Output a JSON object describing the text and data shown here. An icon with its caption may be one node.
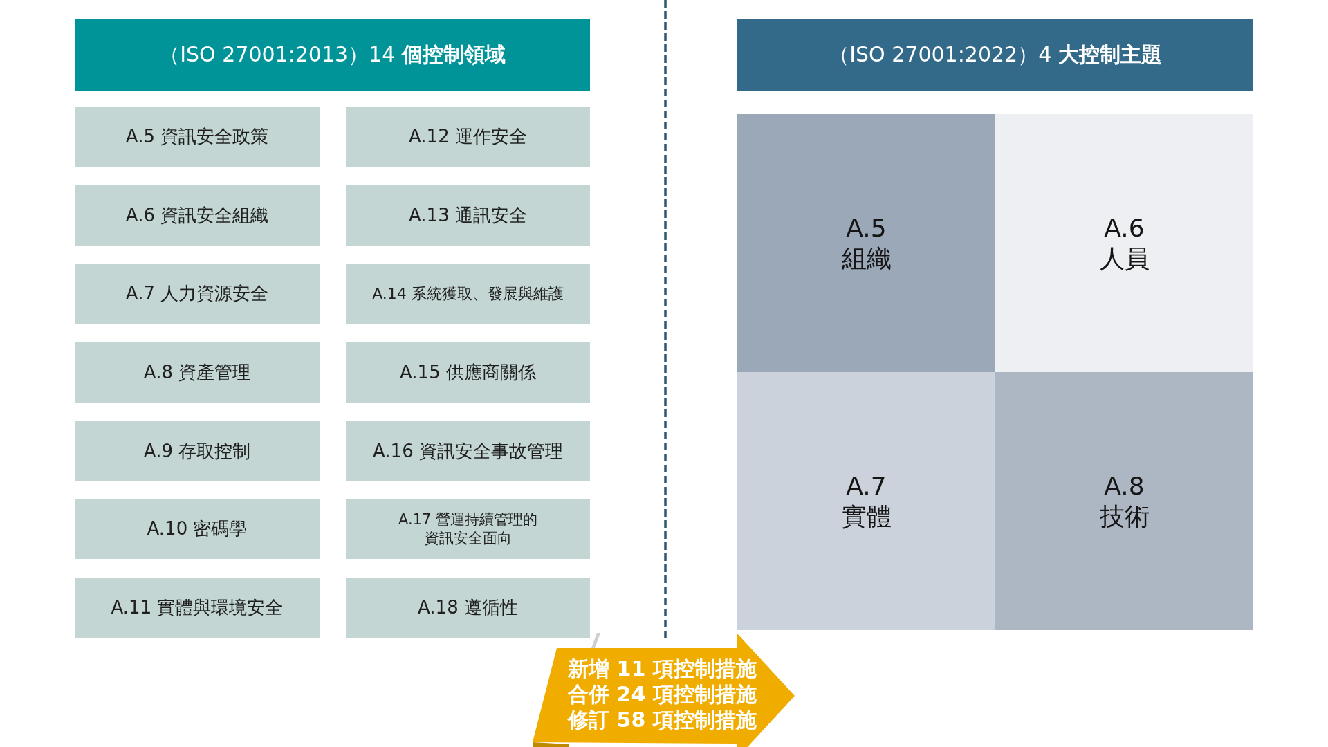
{
  "diagram": {
    "nodes": [
      {
        "text": [
          "（ISO 27001:2013）14 **個控制領域**"
        ]
      },
      {
        "text": [
          "A.5 資訊安全政策"
        ]
      },
      {
        "text": [
          "A.12 運作安全"
        ]
      },
      {
        "text": [
          "A.6 資訊安全組織"
        ]
      },
      {
        "text": [
          "A.13 通訊安全"
        ]
      },
      {
        "text": [
          "A.7 人力資源安全"
        ]
      },
      {
        "text": [
          "A.14 系統獲取、發展與維護"
        ]
      },
      {
        "text": [
          "A.8 資產管理"
        ]
      },
      {
        "text": [
          "A.15 供應商關係"
        ]
      },
      {
        "text": [
          "A.9 存取控制"
        ]
      },
      {
        "text": [
          "A.16 資訊安全事故管理"
        ]
      },
      {
        "text": [
          "A.10 密碼學"
        ]
      },
      {
        "text": [
          "A.17 營運持續管理的資訊安全面向"
        ]
      },
      {
        "text": [
          "A.11 實體與環境安全"
        ]
      },
      {
        "text": [
          "A.18 遵循性"
        ]
      },
      {
        "text": [
          "（ISO 27001:2022）4 **大控制主題**"
        ]
      },
      {
        "text": [
          "A.5 組織"
        ]
      },
      {
        "text": [
          "A.6 人員"
        ]
      },
      {
        "text": [
          "A.7 實體"
        ]
      },
      {
        "text": [
          "A.8 技術"
        ]
      },
      {
        "text": [
          "新增 11 項控制措施",
          "合併 24 項控制措施",
          "修訂 58 項控制措施"
        ]
      }
    ]
  }
}
